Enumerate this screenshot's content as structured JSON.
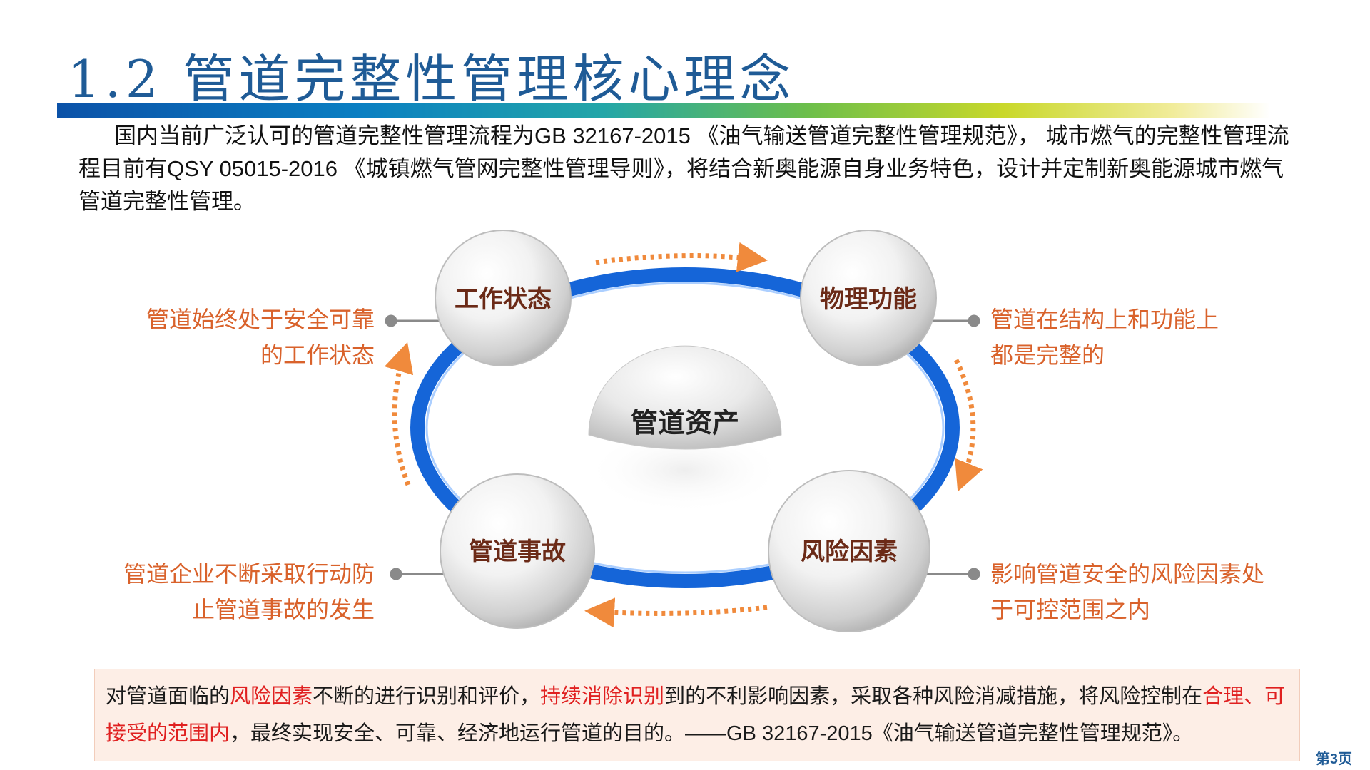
{
  "header": {
    "title": "1.2 管道完整性管理核心理念"
  },
  "intro": {
    "text": "国内当前广泛认可的管道完整性管理流程为GB 32167-2015 《油气输送管道完整性管理规范》， 城市燃气的完整性管理流程目前有QSY 05015-2016 《城镇燃气管网完整性管理导则》，将结合新奥能源自身业务特色，设计并定制新奥能源城市燃气管道完整性管理。"
  },
  "diagram": {
    "center": "管道资产",
    "nodes": {
      "top_left": "工作状态",
      "top_right": "物理功能",
      "bottom_left": "管道事故",
      "bottom_right": "风险因素"
    },
    "descriptions": {
      "top_left": [
        "管道始终处于安全可靠",
        "的工作状态"
      ],
      "top_right": [
        "管道在结构上和功能上",
        "都是完整的"
      ],
      "bottom_left": [
        "管道企业不断采取行动防",
        "止管道事故的发生"
      ],
      "bottom_right": [
        "影响管道安全的风险因素处",
        "于可控范围之内"
      ]
    },
    "colors": {
      "ring": "#1565d8",
      "arrow": "#f08a3c",
      "desc_text": "#d9622b",
      "node_text": "#6b2a17"
    }
  },
  "quote": {
    "p1": "对管道面临的",
    "h1": "风险因素",
    "p2": "不断的进行识别和评价，",
    "h2": "持续消除识别",
    "p3": "到的不利影响因素，采取各种风险消减措施，将风险控制在",
    "h3": "合理、可接受的范围内",
    "p4": "，最终实现安全、可靠、经济地运行管道的目的。——GB 32167-2015《油气输送管道完整性管理规范》。"
  },
  "footer": {
    "page": "第3页"
  }
}
